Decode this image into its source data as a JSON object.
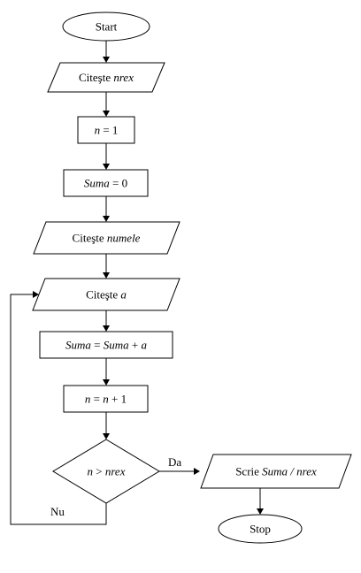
{
  "flowchart": {
    "start": "Start",
    "read_nrex": {
      "prefix": "Citeşte",
      "var": "nrex"
    },
    "init_n": {
      "var": "n",
      "rest": "= 1"
    },
    "init_suma": {
      "var": "Suma",
      "rest": "= 0"
    },
    "read_numele": {
      "prefix": "Citeşte",
      "var": "numele"
    },
    "read_a": {
      "prefix": "Citeşte",
      "var": "a"
    },
    "sum_step": {
      "lhs": "Suma",
      "eq": "=",
      "rhs_var": "Suma",
      "op": "+",
      "rhs2": "a"
    },
    "incr_n": {
      "lhs": "n",
      "eq": "=",
      "rhs_var": "n",
      "rest": "+ 1"
    },
    "condition": {
      "lhs": "n",
      "op": ">",
      "rhs": "nrex"
    },
    "branch_yes": "Da",
    "branch_no": "Nu",
    "output": {
      "prefix": "Scrie",
      "var": "Suma / nrex"
    },
    "stop": "Stop"
  }
}
